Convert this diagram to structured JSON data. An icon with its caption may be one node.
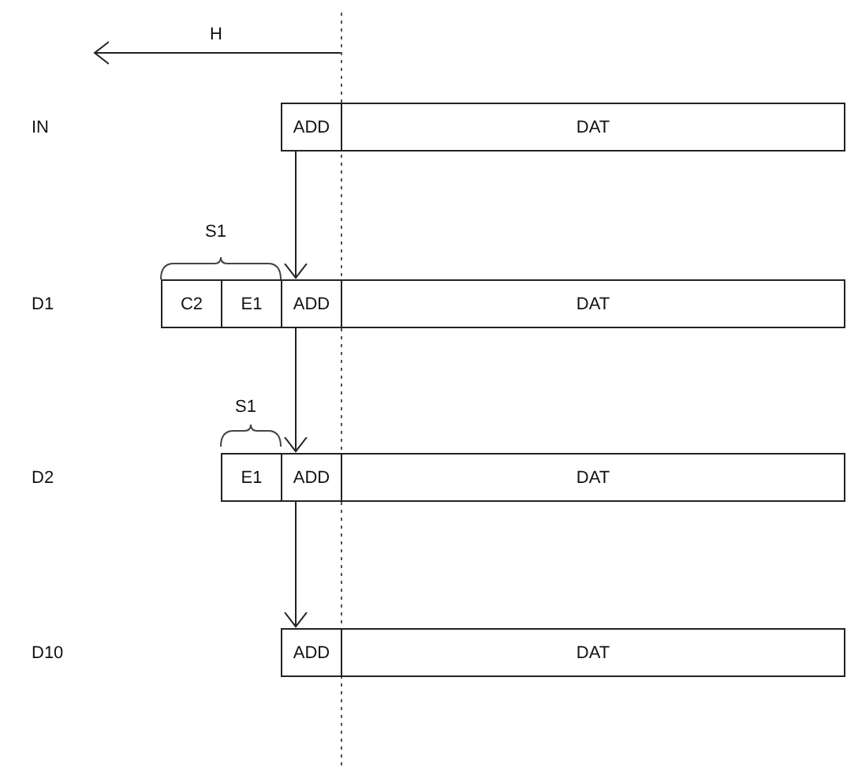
{
  "diagram": {
    "nodes": [
      {
        "text": [
          "ADD"
        ]
      },
      {
        "text": [
          "DAT"
        ]
      },
      {
        "text": [
          "C2"
        ]
      },
      {
        "text": [
          "E1"
        ]
      },
      {
        "text": [
          "ADD"
        ]
      },
      {
        "text": [
          "DAT"
        ]
      },
      {
        "text": [
          "E1"
        ]
      },
      {
        "text": [
          "ADD"
        ]
      },
      {
        "text": [
          "DAT"
        ]
      },
      {
        "text": [
          "ADD"
        ]
      },
      {
        "text": [
          "DAT"
        ]
      }
    ],
    "edges": [
      {
        "from": 0,
        "to": 4,
        "arrow": "to"
      },
      {
        "from": 4,
        "to": 7,
        "arrow": "to"
      },
      {
        "from": 7,
        "to": 9,
        "arrow": "to"
      }
    ],
    "labels": [
      "H",
      "IN",
      "S1",
      "D1",
      "S1",
      "D2",
      "D10"
    ]
  }
}
